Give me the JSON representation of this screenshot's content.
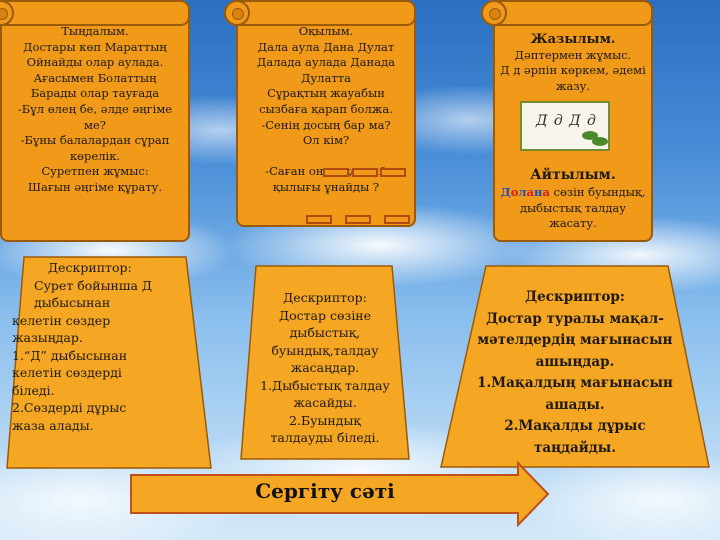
{
  "card1": {
    "lines": [
      "Тыңдалым.",
      "Достары көп Мараттың",
      "Ойнайды олар аулада.",
      "Ағасымен Болаттың",
      "Барады олар тауғада",
      "-Бұл өлең бе, әлде әңгіме",
      "ме?",
      "-Бұны балалардан сұрап",
      "көрелік.",
      "Суретпен жұмыс:",
      "Шағын әңгіме құрату."
    ]
  },
  "card2": {
    "lines": [
      "Оқылым.",
      "Дала аула Дана Дулат",
      "Далада аулада Данада",
      "Дулатта",
      "Сұрақтың жауабын",
      "сызбаға қарап болжа.",
      "-Сенің досың бар ма?",
      "Ол кім?",
      "",
      "-Саған оның қандай",
      "қылығы ұнайды ?"
    ]
  },
  "card3": {
    "title": "Жазылым.",
    "lines": [
      "Дәптермен жұмыс.",
      "Д д әрпін көркем, әдемі",
      "жазу."
    ],
    "picture_ink": "Д д Д д",
    "title2": "Айтылым.",
    "word_parts": [
      "Д",
      "о",
      "л",
      "а",
      "н",
      "а"
    ],
    "word_rest": " сөзін буындық,",
    "lines2": [
      "дыбыстық талдау",
      "жасату."
    ],
    "word_colors": [
      "#1a4fc0",
      "#d0201a",
      "#1a4fc0",
      "#d0201a",
      "#1a4fc0",
      "#d0201a"
    ]
  },
  "desc1": {
    "lines": [
      "Дескриптор:",
      "Сурет бойынша Д",
      "дыбысынан",
      "келетін сөздер",
      "жазыңдар.",
      "1.“Д” дыбысынан",
      "келетін сөздерді",
      "біледі.",
      "2.Сөздерді дұрыс",
      "жаза алады."
    ]
  },
  "desc2": {
    "lines": [
      "Дескриптор:",
      "Достар сөзіне",
      "дыбыстық,",
      "буындық,талдау",
      "жасаңдар.",
      "1.Дыбыстық талдау",
      "жасайды.",
      "2.Буындық",
      "талдауды біледі."
    ]
  },
  "desc3": {
    "lines": [
      "Дескриптор:",
      "Достар туралы мақал-",
      "мәтелдердің мағынасын",
      "ашыңдар.",
      "1.Мақалдың мағынасын",
      "ашады.",
      "2.Мақалды дұрыс",
      "таңдайды."
    ]
  },
  "arrow_label": "Сергіту сәті",
  "colors": {
    "card": "#f19a1a",
    "card_border": "#9b5a08",
    "trap": "#f5a623"
  }
}
